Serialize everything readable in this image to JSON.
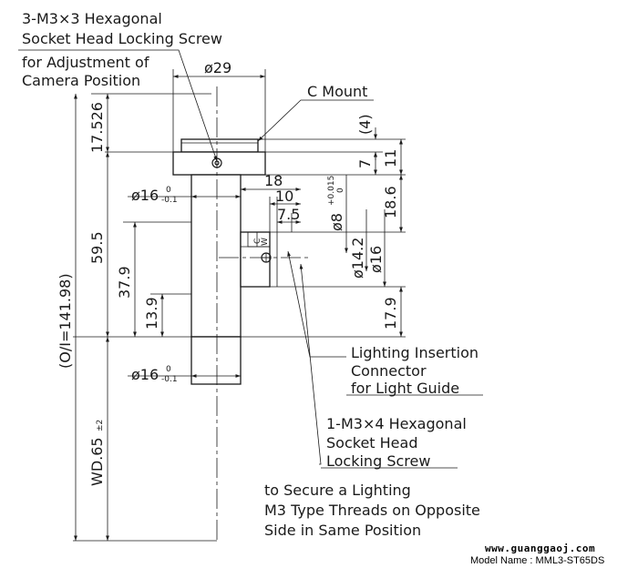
{
  "callouts": {
    "m3x3_line1": "3-M3×3 Hexagonal",
    "m3x3_line2": "Socket Head Locking Screw",
    "adjust_line1": "for Adjustment of",
    "adjust_line2": "Camera Position",
    "c_mount": "C Mount",
    "lighting_line1": "Lighting Insertion",
    "lighting_line2": "Connector",
    "lighting_line3": "for Light Guide",
    "m3x4_line1": "1-M3×4 Hexagonal",
    "m3x4_line2": "Socket Head",
    "m3x4_line3": "Locking Screw",
    "secure_line1": "to Secure a Lighting",
    "secure_line2": "M3 Type Threads on Opposite",
    "secure_line3": "Side in Same Position"
  },
  "dimensions": {
    "d29": "ø29",
    "d4": "(4)",
    "d7": "7",
    "d11": "11",
    "d18": "18",
    "d10": "10",
    "d7_5": "7.5",
    "d8": "ø8",
    "d8_tol_upper": "+0.015",
    "d8_tol_lower": "0",
    "d18_6": "18.6",
    "d14_2": "ø14.2",
    "d16_right": "ø16",
    "d17_9": "17.9",
    "d17_526": "17.526",
    "d59_5": "59.5",
    "d37_9": "37.9",
    "d13_9": "13.9",
    "oi": "(O/I=141.98)",
    "wd": "WD.65",
    "wd_tol": "±2",
    "d16_upper": "ø16",
    "d16_upper_tol_upper": "0",
    "d16_upper_tol_lower": "-0.1",
    "d16_lower": "ø16",
    "d16_lower_tol_upper": "0",
    "d16_lower_tol_lower": "-0.1"
  },
  "footer": {
    "watermark": "www.guanggaoj.com",
    "model": "Model Name : MML3-ST65DS"
  }
}
